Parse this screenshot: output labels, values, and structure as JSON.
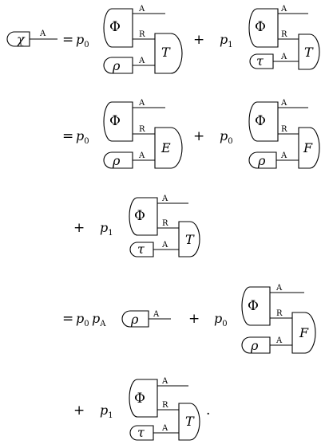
{
  "diagram": {
    "symbols": {
      "chi": "χ",
      "phi": "Φ",
      "rho": "ρ",
      "tau": "τ",
      "T": "T",
      "E": "E",
      "F": "F"
    },
    "wires": {
      "A": "A",
      "R": "R"
    },
    "operators": {
      "equals": "=",
      "plus": "+",
      "period": "."
    },
    "coefficients": {
      "p": "p",
      "sub0": "0",
      "sub1": "1",
      "subA": "A"
    }
  }
}
